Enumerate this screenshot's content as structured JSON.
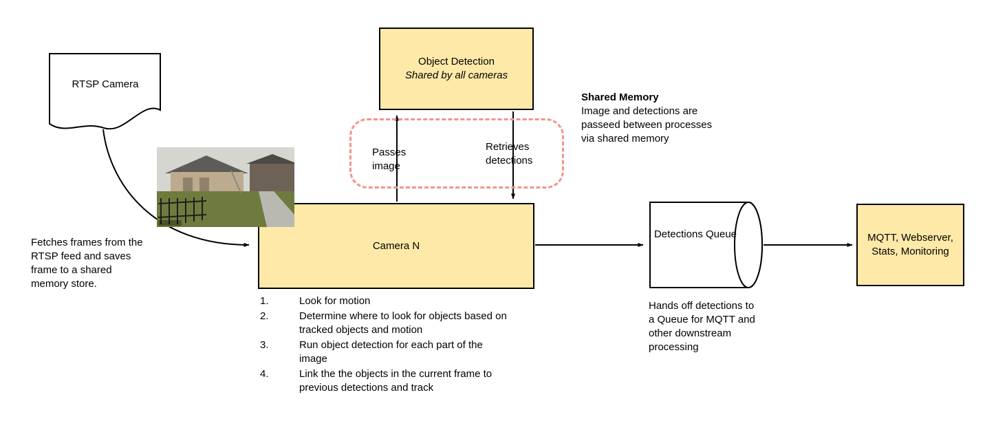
{
  "colors": {
    "box_fill": "#ffe9a8",
    "box_border": "#000000",
    "dashed_border": "#f0958c",
    "arrow": "#000000"
  },
  "nodes": {
    "rtsp_camera": {
      "label": "RTSP Camera"
    },
    "object_detection": {
      "title": "Object Detection",
      "subtitle": "Shared by all cameras"
    },
    "camera_n": {
      "label": "Camera N",
      "steps": [
        "Look for motion",
        "Determine where to look for objects based on tracked objects and motion",
        "Run object detection for each part of the image",
        "Link the the objects in the current frame to previous detections and track"
      ]
    },
    "detections_queue": {
      "label": "Detections Queue"
    },
    "mqtt": {
      "label": "MQTT, Webserver, Stats, Monitoring"
    }
  },
  "annotations": {
    "fetches_note": "Fetches frames from the RTSP feed and saves frame to a shared memory store.",
    "passes_image": "Passes image",
    "retrieves_detections": "Retrieves detections",
    "shared_memory_title": "Shared Memory",
    "shared_memory_body": "Image and detections are passeed between processes via shared memory",
    "queue_note": "Hands off detections to a Queue for MQTT and other downstream processing"
  }
}
